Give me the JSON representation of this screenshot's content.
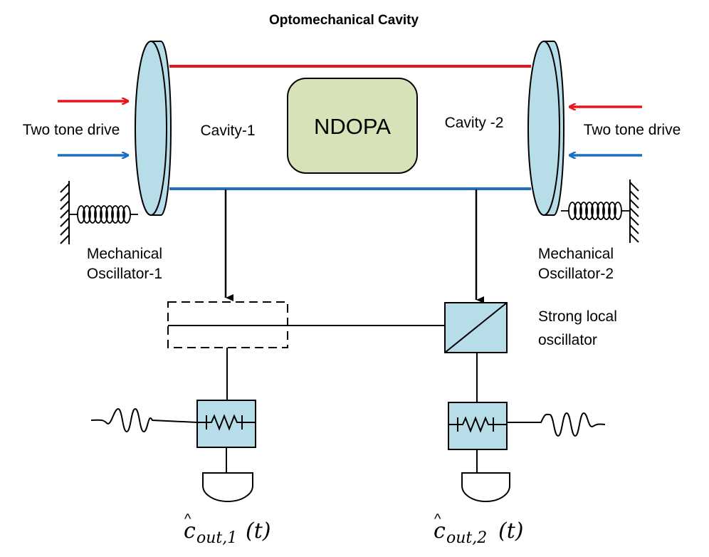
{
  "title": "Optomechanical Cavity",
  "ndopa_label": "NDOPA",
  "cavity_1_label": "Cavity-1",
  "cavity_2_label": "Cavity -2",
  "drive_left_label": "Two tone drive",
  "drive_right_label": "Two tone drive",
  "mech_osc_1": {
    "line1": "Mechanical",
    "line2": "Oscillator-1"
  },
  "mech_osc_2": {
    "line1": "Mechanical",
    "line2": "Oscillator-2"
  },
  "local_oscillator": {
    "line1": "Strong local",
    "line2": "oscillator"
  },
  "output_1": {
    "base": "c",
    "hat": "^",
    "sub": "out,1",
    "arg": "(t)"
  },
  "output_2": {
    "base": "c",
    "hat": "^",
    "sub": "out,2",
    "arg": "(t)"
  },
  "colors": {
    "red_beam": "#e8161c",
    "blue_beam": "#1f6fc0",
    "mirror_fill": "#b7dde8",
    "ndopa_fill": "#d6e2b8",
    "component_fill": "#b7dde8"
  }
}
